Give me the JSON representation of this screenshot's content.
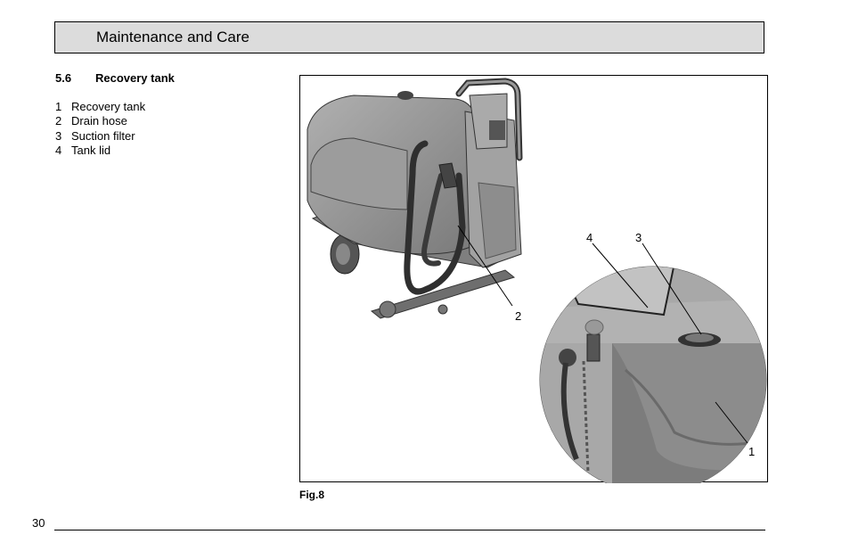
{
  "header": {
    "title": "Maintenance and Care"
  },
  "section": {
    "number": "5.6",
    "title": "Recovery tank"
  },
  "legend": [
    {
      "num": "1",
      "label": "Recovery tank"
    },
    {
      "num": "2",
      "label": "Drain hose"
    },
    {
      "num": "3",
      "label": "Suction filter"
    },
    {
      "num": "4",
      "label": "Tank lid"
    }
  ],
  "figure": {
    "caption": "Fig.8",
    "callouts": {
      "c1": "1",
      "c2": "2",
      "c3": "3",
      "c4": "4"
    }
  },
  "footer": {
    "page_number": "30"
  },
  "colors": {
    "header_bg": "#dcdcdc",
    "machine_body": "#8e8e8e",
    "detail_bg": "#9a9a9a"
  }
}
